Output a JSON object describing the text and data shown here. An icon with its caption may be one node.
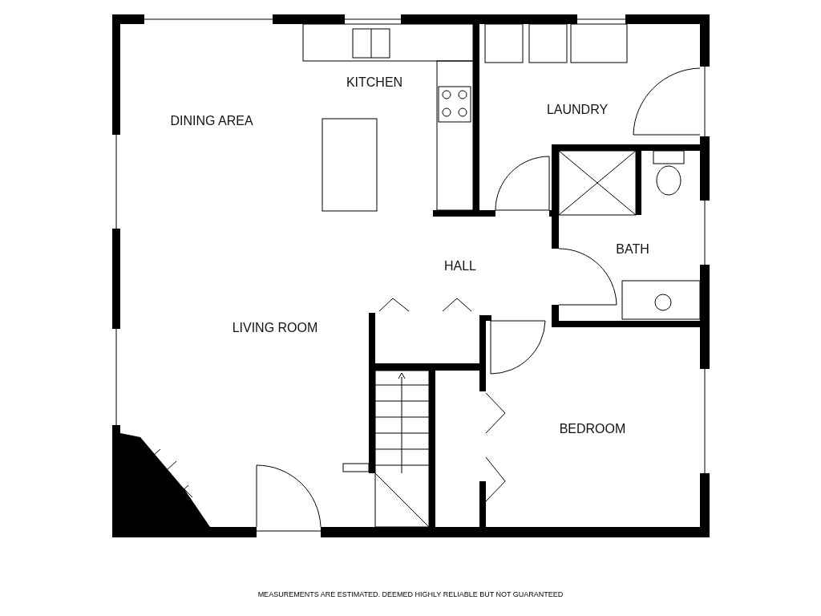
{
  "diagram": {
    "caption": "MEASUREMENTS ARE ESTIMATED. DEEMED HIGHLY RELIABLE BUT NOT GUARANTEED",
    "labels": [
      "KITCHEN",
      "LAUNDRY",
      "DINING AREA",
      "BATH",
      "HALL",
      "LIVING ROOM",
      "BEDROOM"
    ]
  }
}
